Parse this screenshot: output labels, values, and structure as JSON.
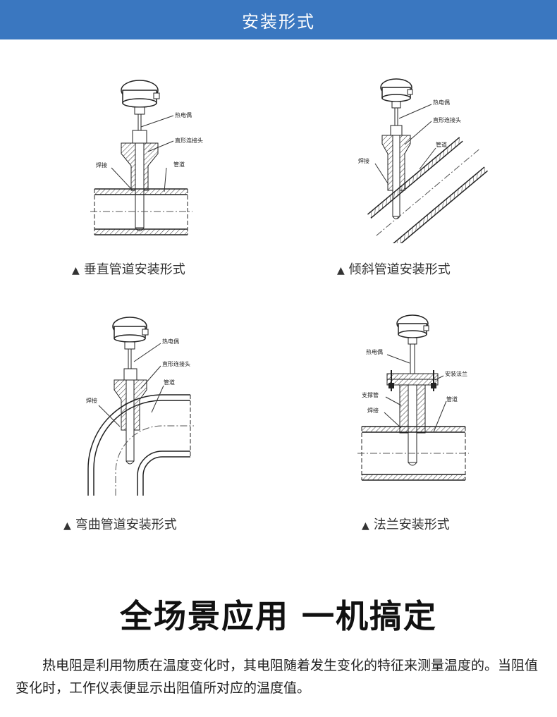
{
  "header": {
    "title": "安装形式"
  },
  "diagrams": [
    {
      "caption": "垂直管道安装形式",
      "labels": {
        "thermocouple": "热电偶",
        "connector": "直形连接头",
        "weld": "焊接",
        "pipe": "管道"
      }
    },
    {
      "caption": "倾斜管道安装形式",
      "labels": {
        "thermocouple": "热电偶",
        "connector": "直形连接头",
        "weld": "焊接",
        "pipe": "管道"
      }
    },
    {
      "caption": "弯曲管道安装形式",
      "labels": {
        "thermocouple": "热电偶",
        "connector": "直形连接头",
        "weld": "焊接",
        "pipe": "管道"
      }
    },
    {
      "caption": "法兰安装形式",
      "labels": {
        "thermocouple": "热电偶",
        "flange": "安装法兰",
        "support": "支撑管",
        "weld": "焊接",
        "pipe": "管道"
      }
    }
  ],
  "caption_marker": "▲",
  "headline": "全场景应用 一机搞定",
  "description": "热电阻是利用物质在温度变化时，其电阻随着发生变化的特征来测量温度的。当阻值变化时，工作仪表便显示出阻值所对应的温度值。"
}
